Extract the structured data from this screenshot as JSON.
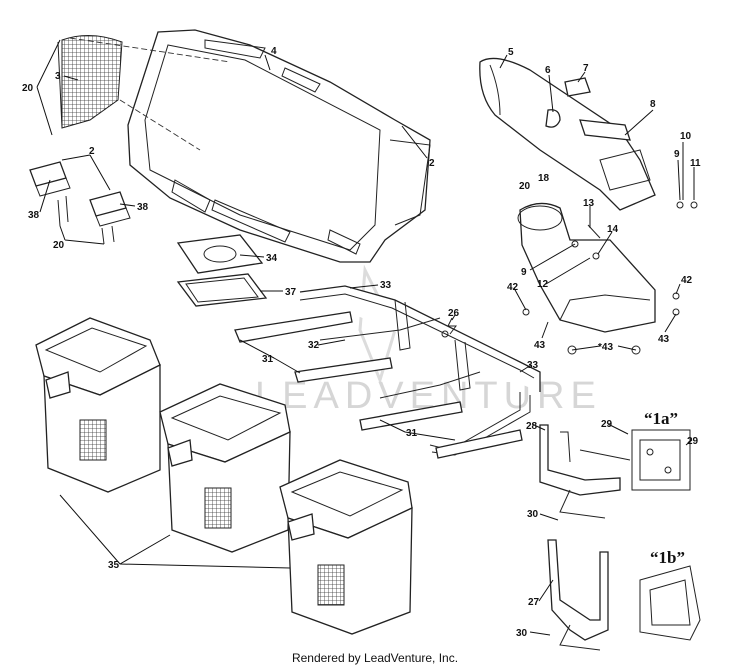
{
  "callouts": {
    "c2a": "2",
    "c2b": "2",
    "c3": "3",
    "c4": "4",
    "c5": "5",
    "c6": "6",
    "c7": "7",
    "c8": "8",
    "c9a": "9",
    "c9b": "9",
    "c10": "10",
    "c11": "11",
    "c12": "12",
    "c13": "13",
    "c14": "14",
    "c18": "18",
    "c20a": "20",
    "c20b": "20",
    "c20c": "20",
    "c26": "26",
    "c27": "27",
    "c28": "28",
    "c29a": "29",
    "c29b": "29",
    "c30a": "30",
    "c30b": "30",
    "c31a": "31",
    "c31b": "31",
    "c32": "32",
    "c33a": "33",
    "c33b": "33",
    "c34": "34",
    "c35": "35",
    "c37": "37",
    "c38a": "38",
    "c38b": "38",
    "c42a": "42",
    "c42b": "42",
    "c43a": "43",
    "c43b": "*43",
    "c43c": "43"
  },
  "ref_labels": {
    "r1a": "“1a”",
    "r1b": "“1b”"
  },
  "watermark": "LEADVENTURE",
  "footer": "Rendered by LeadVenture, Inc."
}
